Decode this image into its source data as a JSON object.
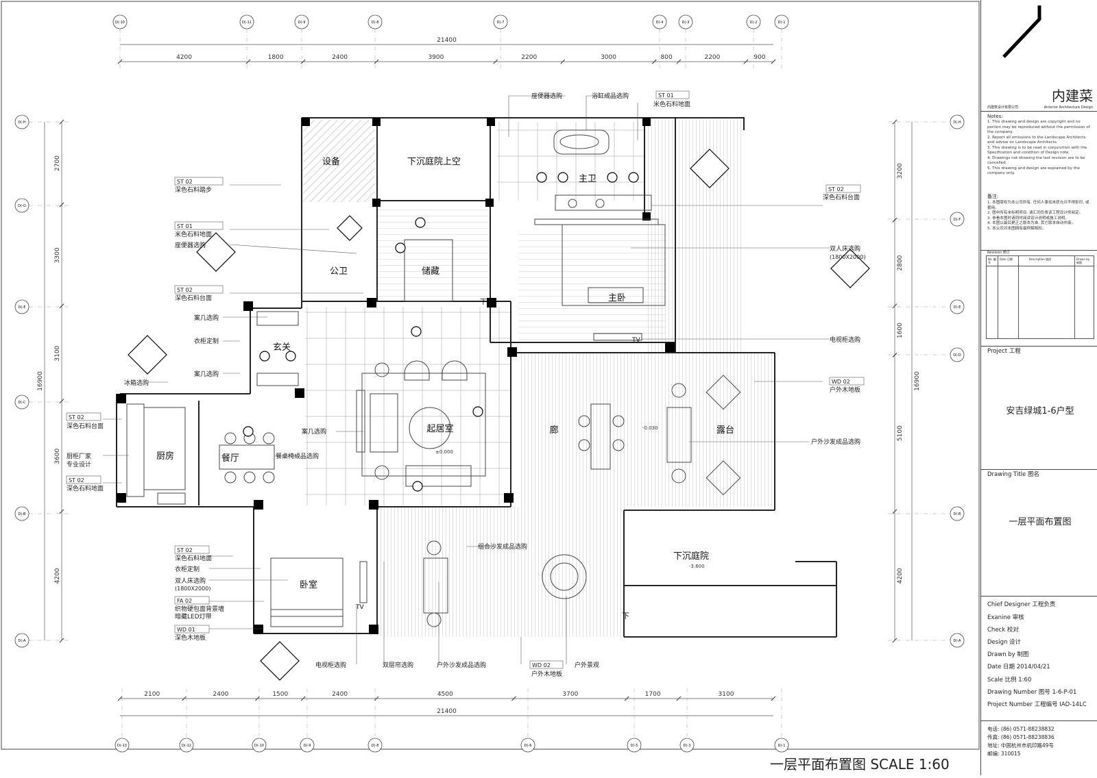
{
  "sheet": {
    "title": "一层平面布置图 SCALE 1:60"
  },
  "grid": {
    "top_labels": [
      "D(-10",
      "D(-11",
      "D(-9",
      "D(-8",
      "D(-7",
      "D(-4",
      "D(-3",
      "D(-2",
      "D(-1"
    ],
    "bottom_labels": [
      "D(-13",
      "D(-12",
      "D(-10",
      "D(-9",
      "D(-8",
      "D(-6",
      "D(-5",
      "D(-3",
      "D(-1"
    ],
    "left_labels": [
      "D(-H",
      "D(-G",
      "D(-E",
      "D(-C",
      "D(-B",
      "D(-A"
    ],
    "right_labels": [
      "D(-H",
      "D(-F",
      "D(-E",
      "D(-D",
      "D(-B",
      "D(-A"
    ]
  },
  "dims": {
    "total_top": "21400",
    "total_bottom": "21400",
    "top": [
      "4200",
      "1800",
      "2400",
      "3900",
      "2200",
      "3000",
      "800",
      "2200",
      "900"
    ],
    "bottom": [
      "2100",
      "2400",
      "1500",
      "2400",
      "4500",
      "3700",
      "1700",
      "3100"
    ],
    "left_total": "16900",
    "left": [
      "2700",
      "3300",
      "3100",
      "3600",
      "4200"
    ],
    "right_total": "16900",
    "right": [
      "3200",
      "2800",
      "1600",
      "5100",
      "4200"
    ]
  },
  "rooms": {
    "equipment": "设备",
    "sunken_void": "下沉庭院上空",
    "master_bath": "主卫",
    "storage": "储藏",
    "public_wc": "公卫",
    "master_bed": "主卧",
    "foyer": "玄关",
    "kitchen": "厨房",
    "dining": "餐厅",
    "living": "起居室",
    "corridor": "廊",
    "terrace": "露台",
    "bedroom": "卧室",
    "sunken_court": "下沉庭院",
    "down1": "下",
    "down2": "下",
    "tv1": "TV",
    "tv2": "TV"
  },
  "levels": {
    "living": "±0.000",
    "corridor": "-0.030",
    "court": "-3.600"
  },
  "callouts_left": {
    "c1_code": "ST  02",
    "c1_text": "深色石料踏步",
    "c2_code": "ST  01",
    "c2_text": "米色石料地面",
    "c3_text": "座便器选购",
    "c4_code": "ST  02",
    "c4_text": "深色石料台面",
    "c5_text": "案几选购",
    "c6_text": "衣柜定制",
    "c7_text": "案几选购",
    "c8_text": "冰箱选购",
    "c9_code": "ST  02",
    "c9_text": "深色石料台面",
    "c10_text1": "厨柜厂家",
    "c10_text2": "专业设计",
    "c11_code": "ST  02",
    "c11_text": "深色石料地面",
    "c12_code": "ST  02",
    "c12_text": "深色石料地面",
    "c13_text": "衣柜定制",
    "c14_text1": "双人床选购",
    "c14_text2": "(1800X2000)",
    "c15_code": "FA  02",
    "c15_text1": "织物硬包面背景墙",
    "c15_text2": "暗藏LED灯带",
    "c16_code": "WD  01",
    "c16_text": "深色木地板"
  },
  "callouts_inner": {
    "tea_table": "案几选购",
    "dining_set": "餐桌椅成品选购",
    "sofa_combo": "组合沙发成品选购"
  },
  "callouts_top": {
    "toilet": "座便器选购",
    "bathtub": "浴缸成品选购",
    "st01_code": "ST  01",
    "st01_text": "米色石料地面"
  },
  "callouts_right": {
    "r1_code": "ST  02",
    "r1_text": "深色石料台面",
    "r2_text1": "双人床选购",
    "r2_text2": "(1800X2000)",
    "r3_text": "电视柜选购",
    "r4_code": "WD  02",
    "r4_text": "户外木地板",
    "r5_text": "户外沙发成品选购"
  },
  "callouts_bottom": {
    "b1": "电视柜选购",
    "b2": "双层帘选购",
    "b3": "户外沙发成品选购",
    "b4_code": "WD  02",
    "b4_text": "户外木地板",
    "b5": "户外景观"
  },
  "title_block": {
    "logo": "内建菜",
    "company_cn": "内建筑设计有限公司",
    "company_en": "Anterior Architecture Design",
    "notes_head": "Notes:",
    "notes_en": "1. This drawing and design are copyright and no portion may be reproduced without the permission of the company.\n2. Report all omissions to the Landscape Architects and advise on Landscape Architects.\n3. This drawing is to be read in conjunction with the Specification and condition of Design note.\n4. Drawings not showing the last revision are to be cancelled.\n5. This drawing and design are explained by the company only.",
    "notes_cn_head": "备注:",
    "notes_cn": "1. 本图版权为本公司所有, 任何人事如未获允许不得影印, 或套用。\n2. 图中所有未标明项目, 请汇同负责该工程设计师阅定。\n3. 参看本图时请同时阅读设计说明或施工说明。\n4. 本图以最后更正之版本为准, 其它版本自动作废。\n5. 本公司对本图拥有最终解释权。",
    "revision_label": "Revision 修订",
    "rev_cols": [
      "No. 编号",
      "Date 日期",
      "Description 描述",
      "Drawn by 制图"
    ],
    "project_label": "Project   工程",
    "project_name": "安吉绿城1-6户型",
    "drawing_title_label": "Drawing Title 图名",
    "drawing_title": "一层平面布置图",
    "rows": [
      "Chief Designer 工程负责",
      "Exanine 审核",
      "Check  校对",
      "Design 设计",
      "Drawn by 制图",
      "Date 日期    2014/04/21",
      "Scale 比例    1:60",
      "Drawing Number   图号  1-6-P-01",
      "Project Number 工程编号 IAD-14LC"
    ],
    "contact": [
      "电话:  (86) 0571-88238832",
      "传真:  (86) 0571-88238836",
      "地址:  中国杭州市机印路49号",
      "邮编:  310015"
    ]
  },
  "colors": {
    "line": "#333333",
    "accent": "#000000",
    "hatch": "#777777"
  }
}
